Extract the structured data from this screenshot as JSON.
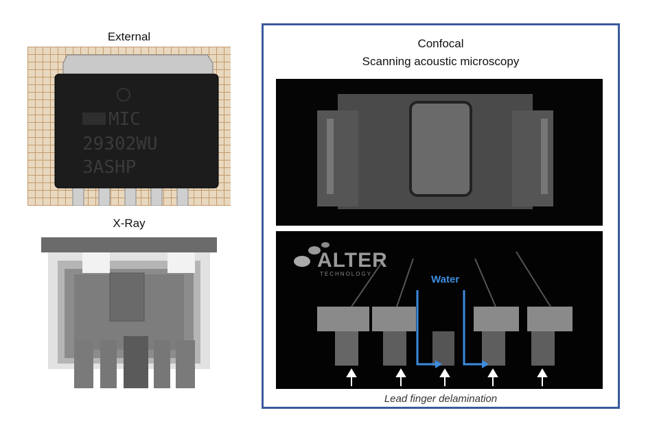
{
  "external": {
    "label": "External",
    "marking": [
      "MIC",
      "29302WU",
      "3ASHP"
    ]
  },
  "xray": {
    "label": "X-Ray"
  },
  "confocal": {
    "title_line1": "Confocal",
    "title_line2": "Scanning acoustic microscopy",
    "water_label": "Water",
    "logo_name": "ALTER",
    "logo_sub": "TECHNOLOGY",
    "caption": "Lead finger delamination"
  },
  "colors": {
    "panel_border": "#3a5a9c",
    "water_arrow": "#3d8bdd"
  }
}
